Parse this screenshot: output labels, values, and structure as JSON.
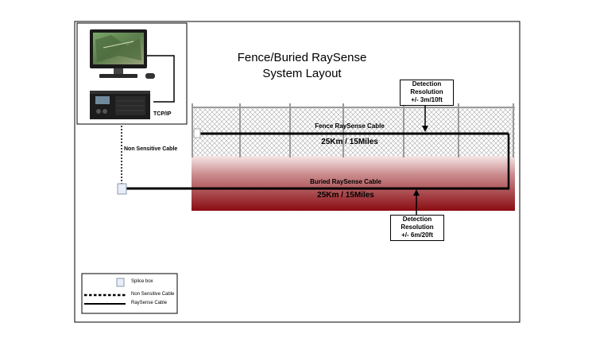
{
  "title": {
    "line1": "Fence/Buried RaySense",
    "line2": "System Layout"
  },
  "tcp_label": "TCP/IP",
  "non_sensitive_label": "Non Sensitive Cable",
  "fence": {
    "cable_label": "Fence RaySense Cable",
    "length": "25Km / 15Miles",
    "resolution": {
      "line1": "Detection",
      "line2": "Resolution",
      "line3": "+/- 3m/10ft"
    }
  },
  "buried": {
    "cable_label": "Buried RaySense Cable",
    "length": "25Km / 15Miles",
    "resolution": {
      "line1": "Detection",
      "line2": "Resolution",
      "line3": "+/- 6m/20ft"
    }
  },
  "legend": {
    "splice_box": "Splice box",
    "non_sensitive": "Non Sensitive Cable",
    "raysense": "RaySense Cable"
  },
  "colors": {
    "buried_dark": "#8e0f14",
    "buried_light": "#f2dcdc",
    "fence_mesh": "#9a9a9a"
  }
}
